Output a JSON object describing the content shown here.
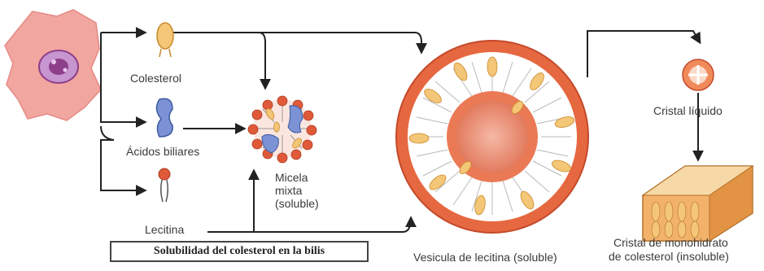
{
  "labels": {
    "cholesterol": "Colesterol",
    "bile_acids": "Ácidos biliares",
    "lecithin": "Lecitina",
    "micelle_line1": "Micela",
    "micelle_line2": "mixta",
    "micelle_line3": "(soluble)",
    "vesicle": "Vesicula de lecitina (soluble)",
    "liquid_crystal": "Cristal líquido",
    "monohydrate_line1": "Cristal de monohidrato",
    "monohydrate_line2": "de colesterol (insoluble)"
  },
  "caption": "Solubilidad del colesterol en la bilis",
  "colors": {
    "cell_body": "#f2a6a0",
    "nucleus": "#8e3f8a",
    "cholesterol": "#f4c677",
    "bile_acid": "#7b93d4",
    "lecithin_head": "#e05a3a",
    "vesicle_shell": "#e66840",
    "arrow": "#222222"
  }
}
